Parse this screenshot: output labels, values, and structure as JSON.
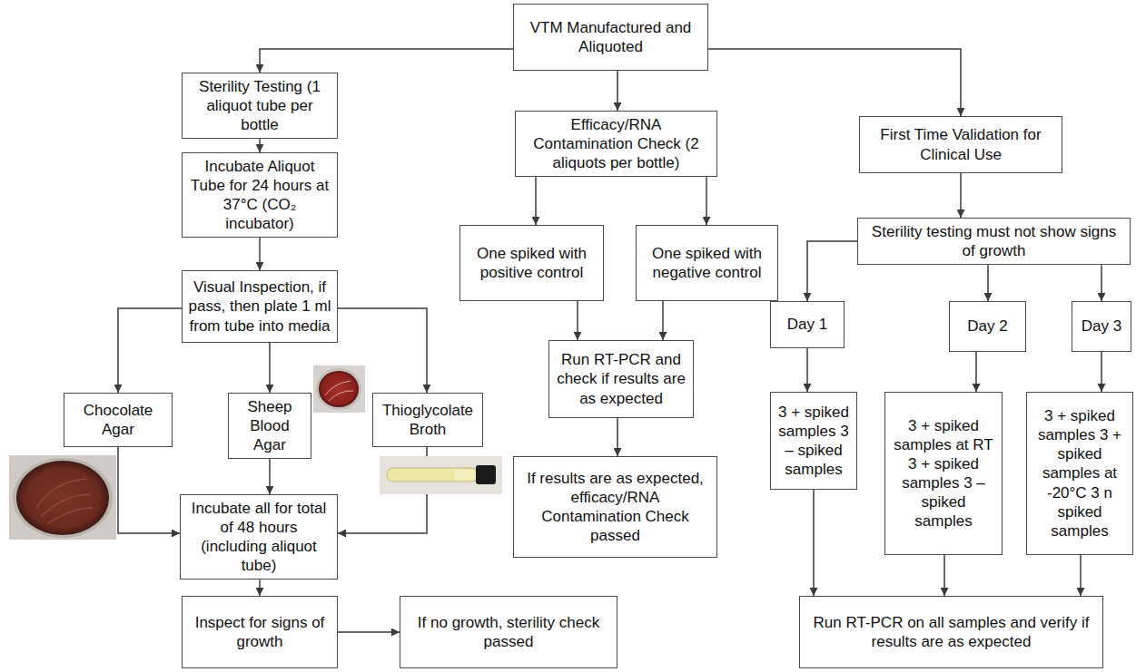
{
  "diagram": {
    "nodes": [
      {
        "text": [
          "VTM Manufactured and Aliquoted"
        ]
      },
      {
        "text": [
          "Sterility Testing (1 aliquot tube per bottle"
        ]
      },
      {
        "text": [
          "Efficacy/RNA Contamination Check (2 aliquots per bottle)"
        ]
      },
      {
        "text": [
          "First Time Validation for Clinical Use"
        ]
      },
      {
        "text": [
          "Incubate Aliquot Tube for 24 hours at 37°C (CO₂ incubator)"
        ]
      },
      {
        "text": [
          "Visual Inspection, if pass, then plate 1 ml from tube into media"
        ]
      },
      {
        "text": [
          "One spiked with positive control"
        ]
      },
      {
        "text": [
          "One spiked with negative control"
        ]
      },
      {
        "text": [
          "Sterility testing must not show signs of growth"
        ]
      },
      {
        "text": [
          "Chocolate Agar"
        ]
      },
      {
        "text": [
          "Sheep Blood Agar"
        ]
      },
      {
        "text": [
          "Thioglycolate Broth"
        ]
      },
      {
        "text": [
          "Run RT-PCR and check if results are as expected"
        ]
      },
      {
        "text": [
          "Day 1"
        ]
      },
      {
        "text": [
          "Day 2"
        ]
      },
      {
        "text": [
          "Day 3"
        ]
      },
      {
        "text": [
          "3 + spiked samples 3 – spiked samples"
        ]
      },
      {
        "text": [
          "3 + spiked samples at RT 3 + spiked samples 3 – spiked samples"
        ]
      },
      {
        "text": [
          "3 + spiked samples 3 + spiked samples at -20°C 3 n spiked samples"
        ]
      },
      {
        "text": [
          "Incubate all for total of 48 hours (including aliquot tube)"
        ]
      },
      {
        "text": [
          "If results are as expected, efficacy/RNA Contamination Check passed"
        ]
      },
      {
        "text": [
          "Inspect for signs of growth"
        ]
      },
      {
        "text": [
          "If no growth, sterility check passed"
        ]
      },
      {
        "text": [
          "Run RT-PCR on all samples and verify if results are as expected"
        ]
      }
    ],
    "edges": [
      {
        "from": 0,
        "to": 1,
        "arrow": "to"
      },
      {
        "from": 0,
        "to": 2,
        "arrow": "to"
      },
      {
        "from": 0,
        "to": 3,
        "arrow": "to"
      },
      {
        "from": 1,
        "to": 4,
        "arrow": "to"
      },
      {
        "from": 4,
        "to": 5,
        "arrow": "to"
      },
      {
        "from": 5,
        "to": 9,
        "arrow": "to"
      },
      {
        "from": 5,
        "to": 10,
        "arrow": "to"
      },
      {
        "from": 5,
        "to": 11,
        "arrow": "to"
      },
      {
        "from": 2,
        "to": 6,
        "arrow": "to"
      },
      {
        "from": 2,
        "to": 7,
        "arrow": "to"
      },
      {
        "from": 6,
        "to": 12,
        "arrow": "to"
      },
      {
        "from": 7,
        "to": 12,
        "arrow": "to"
      },
      {
        "from": 3,
        "to": 8,
        "arrow": "to"
      },
      {
        "from": 8,
        "to": 13,
        "arrow": "to"
      },
      {
        "from": 8,
        "to": 14,
        "arrow": "to"
      },
      {
        "from": 8,
        "to": 15,
        "arrow": "to"
      },
      {
        "from": 9,
        "to": 19,
        "arrow": "to"
      },
      {
        "from": 10,
        "to": 19,
        "arrow": "to"
      },
      {
        "from": 11,
        "to": 19,
        "arrow": "to"
      },
      {
        "from": 12,
        "to": 20,
        "arrow": "to"
      },
      {
        "from": 13,
        "to": 16,
        "arrow": "to"
      },
      {
        "from": 14,
        "to": 17,
        "arrow": "to"
      },
      {
        "from": 15,
        "to": 18,
        "arrow": "to"
      },
      {
        "from": 19,
        "to": 21,
        "arrow": "to"
      },
      {
        "from": 21,
        "to": 22,
        "arrow": "to"
      },
      {
        "from": 16,
        "to": 23,
        "arrow": "to"
      },
      {
        "from": 17,
        "to": 23,
        "arrow": "to"
      },
      {
        "from": 18,
        "to": 23,
        "arrow": "to"
      }
    ]
  }
}
